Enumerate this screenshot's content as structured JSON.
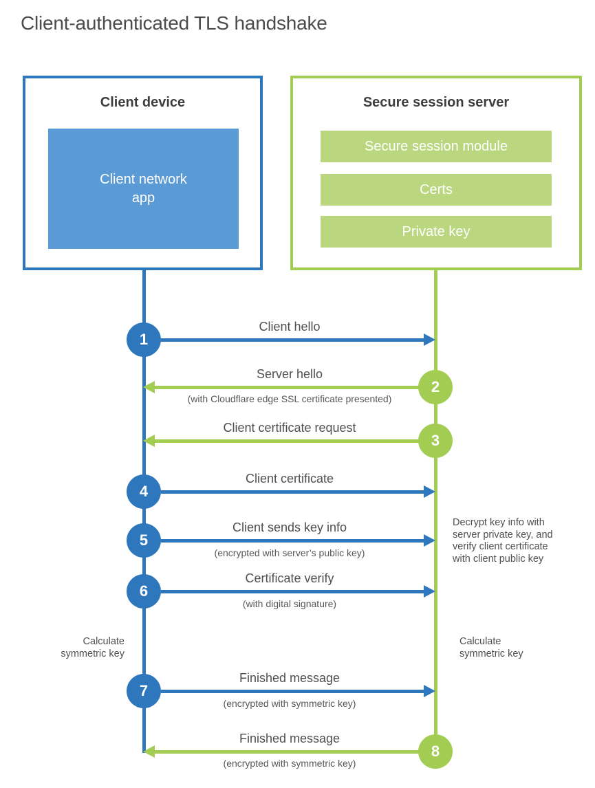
{
  "page": {
    "title": "Client-authenticated TLS handshake"
  },
  "colors": {
    "client_accent": "#2f77bc",
    "client_fill": "#5b9bd5",
    "server_accent": "#a3cc53",
    "server_fill": "#bad780",
    "heading_text": "#3d3d3d",
    "label_text": "#4f4f4f"
  },
  "client": {
    "title": "Client device",
    "app_label": "Client network\napp"
  },
  "server": {
    "title": "Secure session server",
    "modules": [
      "Secure session module",
      "Certs",
      "Private key"
    ]
  },
  "steps": [
    {
      "num": "1",
      "direction": "client-to-server",
      "label": "Client hello",
      "sub": ""
    },
    {
      "num": "2",
      "direction": "server-to-client",
      "label": "Server hello",
      "sub": "(with Cloudflare edge SSL certificate presented)"
    },
    {
      "num": "3",
      "direction": "server-to-client",
      "label": "Client certificate request",
      "sub": ""
    },
    {
      "num": "4",
      "direction": "client-to-server",
      "label": "Client certificate",
      "sub": ""
    },
    {
      "num": "5",
      "direction": "client-to-server",
      "label": "Client sends key info",
      "sub": "(encrypted with server’s public key)"
    },
    {
      "num": "6",
      "direction": "client-to-server",
      "label": "Certificate verify",
      "sub": "(with digital signature)"
    },
    {
      "num": "7",
      "direction": "client-to-server",
      "label": "Finished message",
      "sub": "(encrypted with symmetric key)"
    },
    {
      "num": "8",
      "direction": "server-to-client",
      "label": "Finished message",
      "sub": "(encrypted with symmetric key)"
    }
  ],
  "notes": {
    "decrypt": "Decrypt key info with\nserver private key, and\nverify client certificate\nwith client public key",
    "calc_left": "Calculate\nsymmetric key",
    "calc_right": "Calculate\nsymmetric key"
  }
}
